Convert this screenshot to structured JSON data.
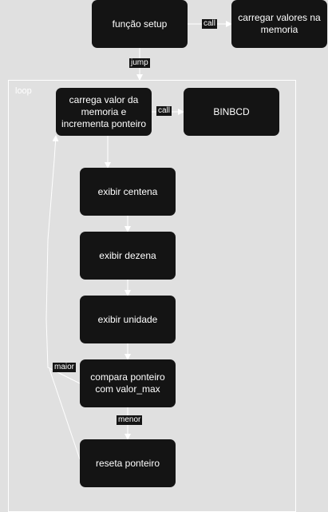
{
  "diagram": {
    "nodes": {
      "setup": "função setup",
      "load_memory": "carregar valores na memoria",
      "load_value": "carrega valor da memoria  e incrementa ponteiro",
      "binbcd": "BINBCD",
      "show_hundreds": "exibir centena",
      "show_tens": "exibir dezena",
      "show_units": "exibir unidade",
      "compare": "compara ponteiro com valor_max",
      "reset": "reseta ponteiro"
    },
    "group": {
      "label": "loop"
    },
    "edges": {
      "call_1": "call",
      "jump": "jump",
      "call_2": "call",
      "maior": "maior",
      "menor": "menor"
    },
    "colors": {
      "node_fill": "#141414",
      "node_text": "#ffffff",
      "lines": "#ffffff",
      "background": "#e0e0e0"
    }
  }
}
